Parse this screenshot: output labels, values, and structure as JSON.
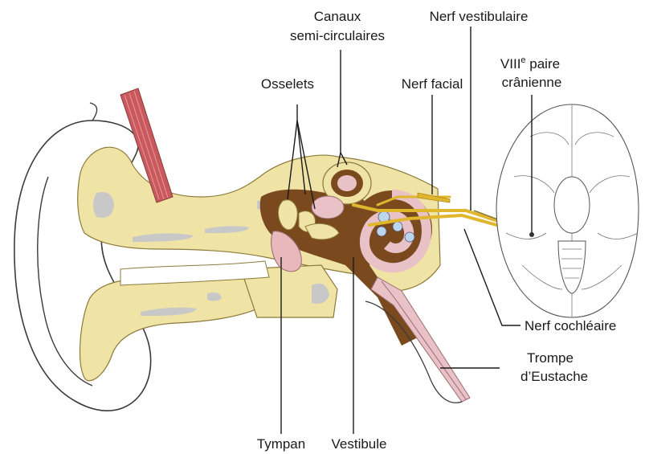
{
  "labels": {
    "canaux_line1": "Canaux",
    "canaux_line2": "semi-circulaires",
    "nerf_vestibulaire": "Nerf vestibulaire",
    "osselets": "Osselets",
    "nerf_facial": "Nerf facial",
    "viii_main": "VIII",
    "viii_sup": "e",
    "viii_rest": " paire",
    "viii_line2": "crânienne",
    "nerf_cochleaire": "Nerf cochléaire",
    "trompe_line1": "Trompe",
    "trompe_line2": "d’Eustache",
    "tympan": "Tympan",
    "vestibule": "Vestibule"
  },
  "colors": {
    "bone": "#efe3a6",
    "bone_dark": "#d9c878",
    "cavity": "#7a4a1e",
    "membrane": "#e8c2c6",
    "nerve": "#e0b62c",
    "muscle": "#c9595d",
    "gray_patch": "#c8c8c8"
  }
}
